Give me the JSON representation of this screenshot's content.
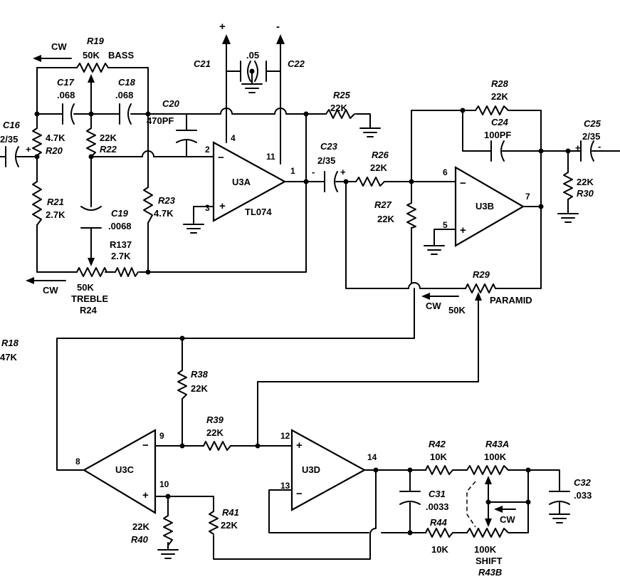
{
  "components": {
    "c16": {
      "ref": "C16",
      "value": "2/35"
    },
    "c17": {
      "ref": "C17",
      "value": ".068"
    },
    "c18": {
      "ref": "C18",
      "value": ".068"
    },
    "c19": {
      "ref": "C19",
      "value": ".0068"
    },
    "c20": {
      "ref": "C20",
      "value": "470PF"
    },
    "c21": {
      "ref": "C21"
    },
    "c22": {
      "ref": "C22"
    },
    "c2122_value": ".05",
    "c23": {
      "ref": "C23",
      "value": "2/35"
    },
    "c24": {
      "ref": "C24",
      "value": "100PF"
    },
    "c25": {
      "ref": "C25",
      "value": "2/35"
    },
    "c31": {
      "ref": "C31",
      "value": ".0033"
    },
    "c32": {
      "ref": "C32",
      "value": ".033"
    },
    "r18": {
      "ref": "R18",
      "value": "47K"
    },
    "r19": {
      "ref": "R19",
      "value": "50K",
      "name": "BASS"
    },
    "r20": {
      "ref": "R20",
      "value": "4.7K"
    },
    "r21": {
      "ref": "R21",
      "value": "2.7K"
    },
    "r22": {
      "ref": "R22",
      "value": "22K"
    },
    "r23": {
      "ref": "R23",
      "value": "4.7K"
    },
    "r24": {
      "ref": "R24",
      "value": "50K",
      "name": "TREBLE"
    },
    "r25": {
      "ref": "R25",
      "value": "22K"
    },
    "r26": {
      "ref": "R26",
      "value": "22K"
    },
    "r27": {
      "ref": "R27",
      "value": "22K"
    },
    "r28": {
      "ref": "R28",
      "value": "22K"
    },
    "r29": {
      "ref": "R29",
      "value": "50K",
      "name": "PARAMID"
    },
    "r30": {
      "ref": "R30",
      "value": "22K"
    },
    "r137": {
      "ref": "R137",
      "value": "2.7K"
    },
    "r38": {
      "ref": "R38",
      "value": "22K"
    },
    "r39": {
      "ref": "R39",
      "value": "22K"
    },
    "r40": {
      "ref": "R40",
      "value": "22K"
    },
    "r41": {
      "ref": "R41",
      "value": "22K"
    },
    "r42": {
      "ref": "R42",
      "value": "10K"
    },
    "r43a": {
      "ref": "R43A",
      "value": "100K"
    },
    "r43b": {
      "ref": "R43B",
      "value": "100K",
      "name": "SHIFT"
    },
    "r44": {
      "ref": "R44",
      "value": "10K"
    }
  },
  "opamps": {
    "u3a": {
      "name": "U3A",
      "part": "TL074"
    },
    "u3b": {
      "name": "U3B"
    },
    "u3c": {
      "name": "U3C"
    },
    "u3d": {
      "name": "U3D"
    }
  },
  "pins": {
    "u3a_inv": "2",
    "u3a_noninv": "3",
    "u3a_out": "1",
    "u3a_vplus": "4",
    "u3a_vminus": "11",
    "u3b_inv": "6",
    "u3b_noninv": "5",
    "u3b_out": "7",
    "u3c_inv": "9",
    "u3c_noninv": "10",
    "u3c_out": "8",
    "u3d_noninv": "12",
    "u3d_inv": "13",
    "u3d_out": "14"
  },
  "rails": {
    "plus": "+",
    "minus": "-"
  },
  "cw_label": "CW",
  "opamp_signs": {
    "minus": "−",
    "plus": "+"
  }
}
